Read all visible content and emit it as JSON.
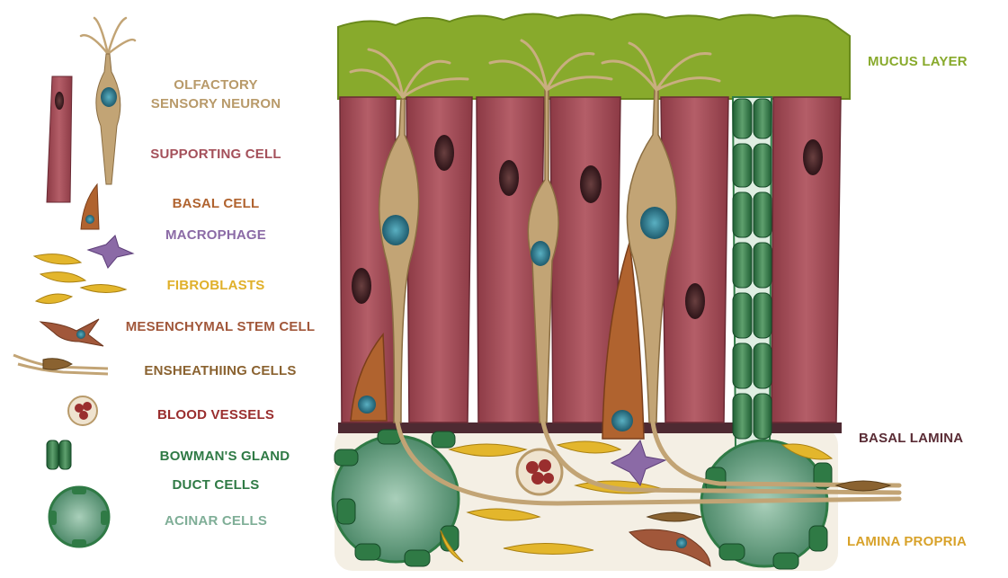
{
  "legend": {
    "olfactory_line1": "OLFACTORY",
    "olfactory_line2": "SENSORY NEURON",
    "supporting": "SUPPORTING CELL",
    "basal": "BASAL CELL",
    "macrophage": "MACROPHAGE",
    "fibroblasts": "FIBROBLASTS",
    "mesenchymal": "MESENCHYMAL STEM CELL",
    "ensheathing": "ENSHEATHIING CELLS",
    "blood": "BLOOD VESSELS",
    "bowman": "BOWMAN'S GLAND",
    "duct": "DUCT CELLS",
    "acinar": "ACINAR CELLS"
  },
  "layers": {
    "mucus": "MUCUS LAYER",
    "basal_lamina": "BASAL LAMINA",
    "lamina_propria": "LAMINA PROPRIA"
  },
  "colors": {
    "neuron": "#b89a6a",
    "supporting": "#a4505a",
    "basal": "#b0632f",
    "macrophage": "#8b6aa6",
    "fibroblast": "#e3b62c",
    "mesenchymal": "#a1573a",
    "ensheathing": "#8a6230",
    "blood": "#9a2e2e",
    "bowman": "#2f7a45",
    "acinar": "#7fae97",
    "mucus": "#8aab2e",
    "basal_lamina": "#5a2c35",
    "lamina_propria": "#d8a22a"
  }
}
